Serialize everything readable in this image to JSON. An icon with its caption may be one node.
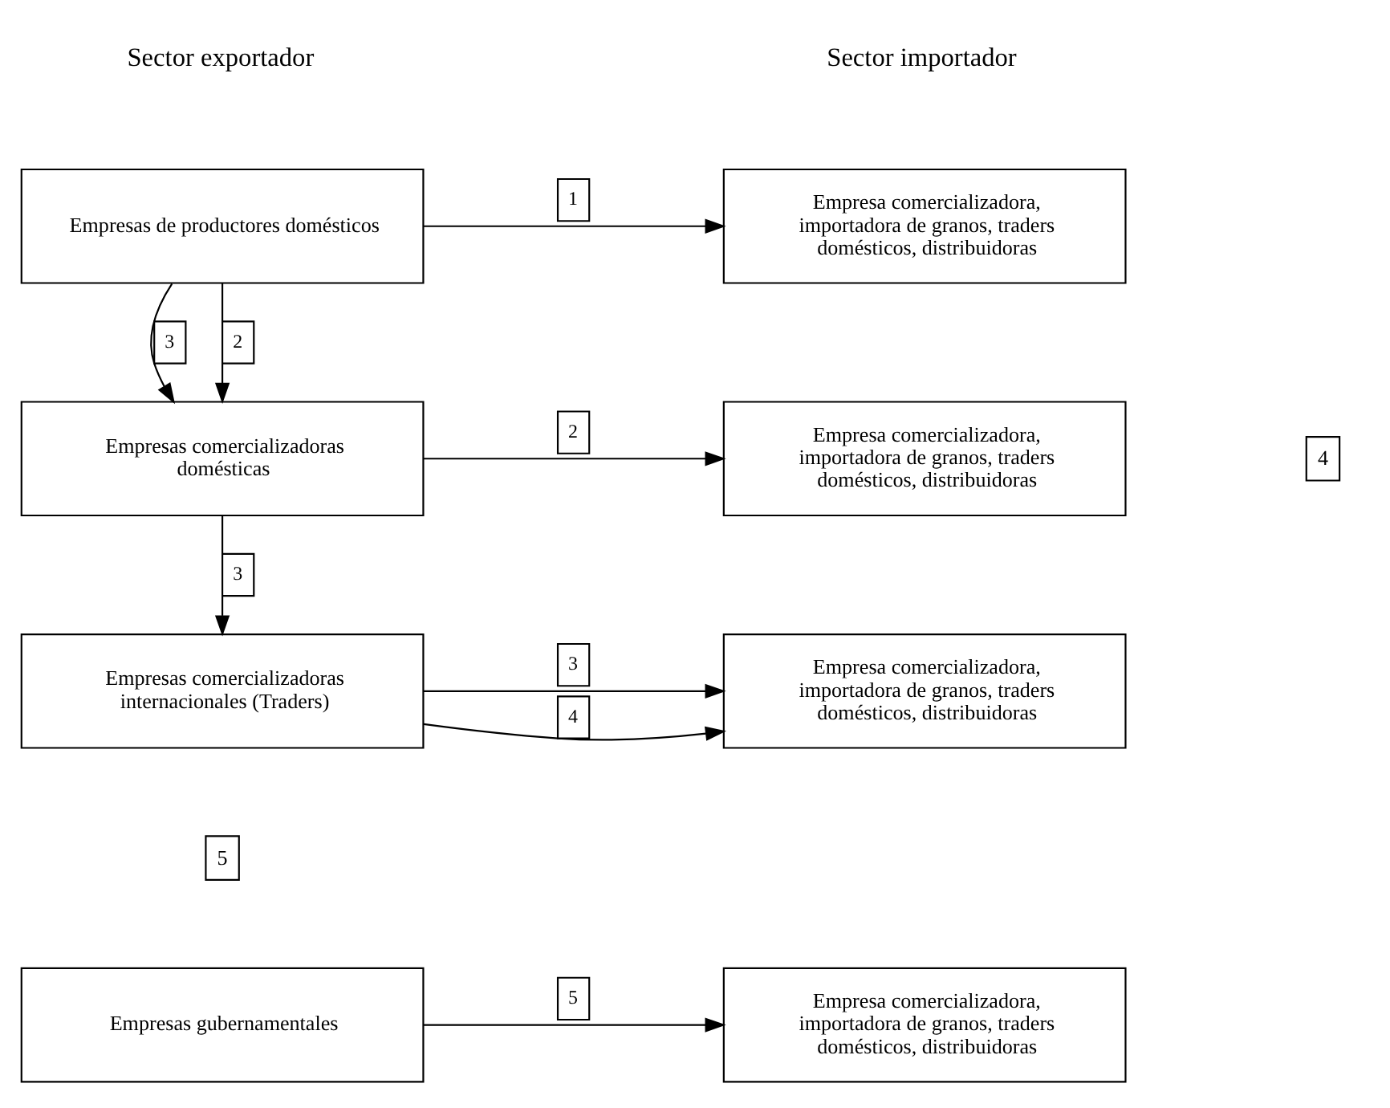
{
  "diagram": {
    "nodes": [
      {
        "text": [
          "Empresas de productores domésticos"
        ]
      },
      {
        "text": [
          "Empresa comercializadora, importadora de granos, traders domésticos, distribuidoras"
        ]
      },
      {
        "text": [
          "Empresas comercializadoras domésticas"
        ]
      },
      {
        "text": [
          "Empresa comercializadora, importadora de granos, traders domésticos, distribuidoras"
        ]
      },
      {
        "text": [
          "Empresas comercializadoras internacionales (Traders)"
        ]
      },
      {
        "text": [
          "Empresa comercializadora, importadora de granos, traders domésticos, distribuidoras"
        ]
      },
      {
        "text": [
          "Empresas gubernamentales"
        ]
      },
      {
        "text": [
          "Empresa comercializadora, importadora de granos, traders domésticos, distribuidoras"
        ]
      }
    ],
    "edges": [
      {
        "from": 0,
        "to": 1,
        "arrow": "to",
        "label": "1"
      },
      {
        "from": 0,
        "to": 2,
        "arrow": "to",
        "label": "2"
      },
      {
        "from": 0,
        "to": 2,
        "arrow": "to",
        "label": "3"
      },
      {
        "from": 2,
        "to": 3,
        "arrow": "to",
        "label": "2"
      },
      {
        "from": 2,
        "to": 4,
        "arrow": "to",
        "label": "3"
      },
      {
        "from": 4,
        "to": 5,
        "arrow": "to",
        "label": "3"
      },
      {
        "from": 4,
        "to": 5,
        "arrow": "to",
        "label": "4"
      },
      {
        "from": 6,
        "to": 7,
        "arrow": "to",
        "label": "5"
      }
    ],
    "labels": [
      "Sector exportador",
      "Sector importador",
      "4",
      "5"
    ]
  }
}
